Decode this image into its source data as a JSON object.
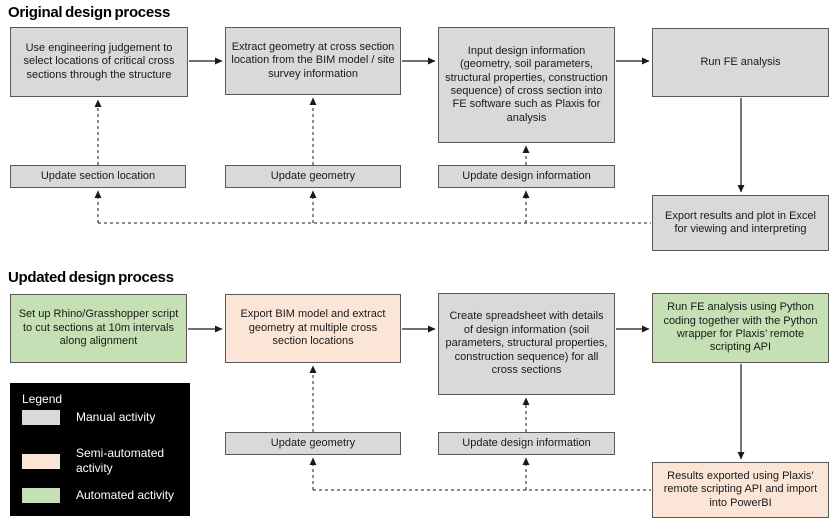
{
  "original": {
    "title": "Original design process",
    "steps": [
      {
        "text": "Use engineering judgement to select locations of critical cross sections through the structure",
        "type": "manual"
      },
      {
        "text": "Extract geometry at cross section location from the BIM model / site survey information",
        "type": "manual"
      },
      {
        "text": "Input design information (geometry, soil parameters, structural properties, construction sequence) of cross section into FE software such as Plaxis for analysis",
        "type": "manual"
      },
      {
        "text": "Run FE analysis",
        "type": "manual"
      },
      {
        "text": "Export results and plot in Excel for viewing and interpreting",
        "type": "manual"
      }
    ],
    "updates": [
      "Update section location",
      "Update geometry",
      "Update design information"
    ]
  },
  "updated": {
    "title": "Updated design process",
    "steps": [
      {
        "text": "Set up Rhino/Grasshopper script to cut sections at 10m intervals along alignment",
        "type": "automated"
      },
      {
        "text": "Export BIM model and extract geometry at multiple cross section locations",
        "type": "semi-automated"
      },
      {
        "text": "Create spreadsheet with details of design information (soil parameters, structural properties, construction sequence) for all cross sections",
        "type": "manual"
      },
      {
        "text": "Run FE analysis using Python coding together with the Python wrapper for Plaxis’ remote scripting API",
        "type": "automated"
      },
      {
        "text": "Results exported using Plaxis’ remote scripting API and import into PowerBI",
        "type": "semi-automated"
      }
    ],
    "updates": [
      "Update geometry",
      "Update design information"
    ]
  },
  "legend": {
    "title": "Legend",
    "items": [
      {
        "label": "Manual activity",
        "color": "#d9d9d9"
      },
      {
        "label": "Semi-automated activity",
        "color": "#fbe5d6"
      },
      {
        "label": "Automated activity",
        "color": "#c5e0b4"
      }
    ]
  },
  "colors": {
    "manual": "#d9d9d9",
    "semi_automated": "#fbe5d6",
    "automated": "#c5e0b4",
    "box_border": "#595959",
    "connector": "#1a1a1a",
    "legend_background": "#000000"
  }
}
